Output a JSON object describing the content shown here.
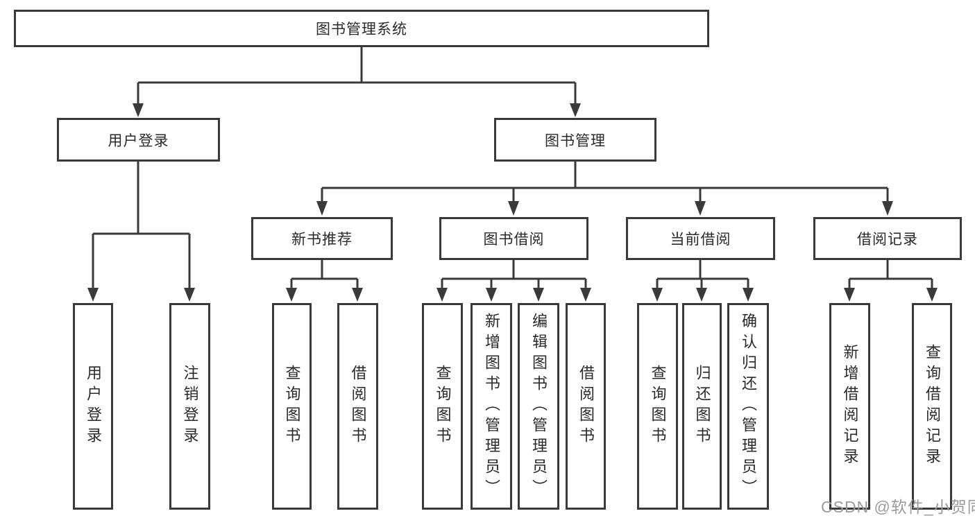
{
  "tree": {
    "label": "图书管理系统",
    "children": [
      {
        "label": "用户登录",
        "children": [
          {
            "label": "用户登录"
          },
          {
            "label": "注销登录"
          }
        ]
      },
      {
        "label": "图书管理",
        "children": [
          {
            "label": "新书推荐",
            "children": [
              {
                "label": "查询图书"
              },
              {
                "label": "借阅图书"
              }
            ]
          },
          {
            "label": "图书借阅",
            "children": [
              {
                "label": "查询图书"
              },
              {
                "label": "新增图书（管理员）"
              },
              {
                "label": "编辑图书（管理员）"
              },
              {
                "label": "借阅图书"
              }
            ]
          },
          {
            "label": "当前借阅",
            "children": [
              {
                "label": "查询图书"
              },
              {
                "label": "归还图书"
              },
              {
                "label": "确认归还（管理员）"
              }
            ]
          },
          {
            "label": "借阅记录",
            "children": [
              {
                "label": "新增借阅记录"
              },
              {
                "label": "查询借阅记录"
              }
            ]
          }
        ]
      }
    ]
  },
  "watermark": "CSDN @软件_小贺同学",
  "colors": {
    "line": "#3a3a3a",
    "border": "#3a3a3a",
    "text": "#2a2a2a",
    "watermark": "#9b9b9b",
    "background": "#ffffff"
  }
}
